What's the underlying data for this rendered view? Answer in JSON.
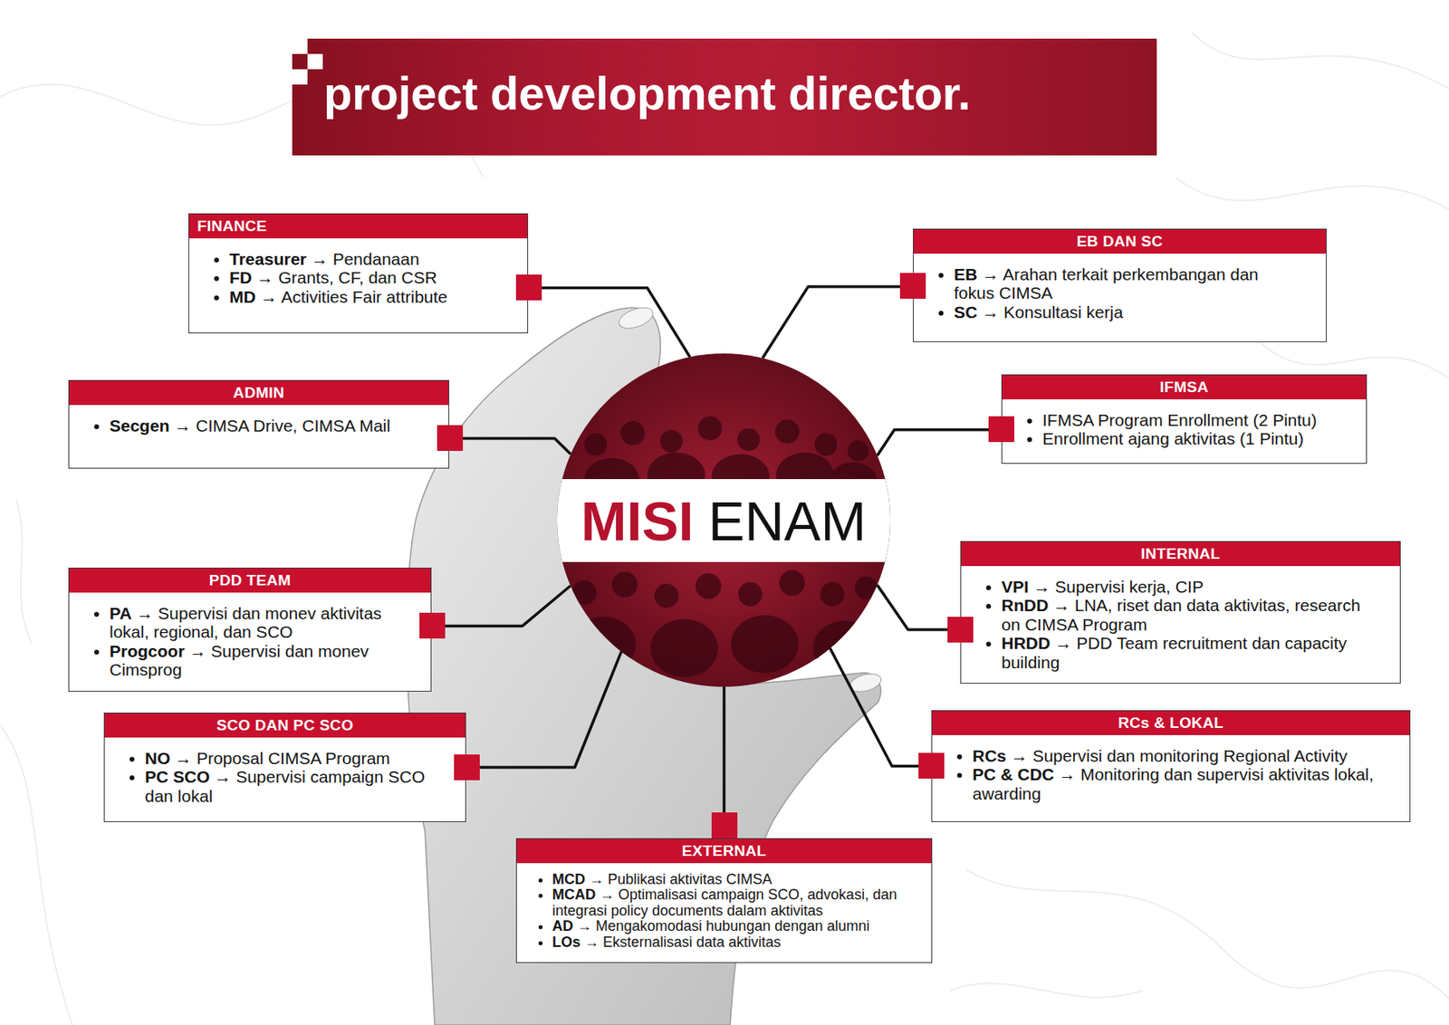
{
  "diagram": {
    "title": "project development director.",
    "nodes": [
      {
        "text": [
          "FINANCE",
          "Treasurer → Pendanaan",
          "FD → Grants, CF, dan CSR",
          "MD → Activities Fair attribute"
        ]
      },
      {
        "text": [
          "EB DAN SC",
          "EB → Arahan terkait perkembangan dan fokus CIMSA",
          "SC → Konsultasi kerja"
        ]
      },
      {
        "text": [
          "ADMIN",
          "Secgen → CIMSA Drive, CIMSA Mail"
        ]
      },
      {
        "text": [
          "IFMSA",
          "IFMSA Program Enrollment (2 Pintu)",
          "Enrollment ajang aktivitas (1 Pintu)"
        ]
      },
      {
        "text": [
          "MISI",
          "ENAM"
        ]
      },
      {
        "text": [
          "PDD TEAM",
          "PA → Supervisi dan monev aktivitas lokal, regional, dan SCO",
          "Progcoor → Supervisi dan monev Cimsprog"
        ]
      },
      {
        "text": [
          "INTERNAL",
          "VPI → Supervisi kerja, CIP",
          "RnDD → LNA, riset dan data aktivitas, research on CIMSA Program",
          "HRDD → PDD Team recruitment dan capacity building"
        ]
      },
      {
        "text": [
          "SCO DAN PC SCO",
          "NO → Proposal CIMSA Program",
          "PC SCO → Supervisi campaign SCO dan lokal"
        ]
      },
      {
        "text": [
          "RCs & LOKAL",
          "RCs → Supervisi dan monitoring Regional Activity",
          "PC & CDC → Monitoring dan supervisi aktivitas lokal, awarding"
        ]
      },
      {
        "text": [
          "EXTERNAL",
          "MCD → Publikasi aktivitas CIMSA",
          "MCAD → Optimalisasi campaign SCO, advokasi, dan integrasi policy documents dalam aktivitas",
          "AD → Mengakomodasi hubungan dengan alumni",
          "LOs → Eksternalisasi data aktivitas"
        ]
      }
    ],
    "edges": [
      {
        "from": 4,
        "to": 0,
        "arrow": "none"
      },
      {
        "from": 4,
        "to": 1,
        "arrow": "none"
      },
      {
        "from": 4,
        "to": 2,
        "arrow": "none"
      },
      {
        "from": 4,
        "to": 3,
        "arrow": "none"
      },
      {
        "from": 4,
        "to": 5,
        "arrow": "none"
      },
      {
        "from": 4,
        "to": 6,
        "arrow": "none"
      },
      {
        "from": 4,
        "to": 7,
        "arrow": "none"
      },
      {
        "from": 4,
        "to": 8,
        "arrow": "none"
      },
      {
        "from": 4,
        "to": 9,
        "arrow": "none"
      }
    ]
  }
}
